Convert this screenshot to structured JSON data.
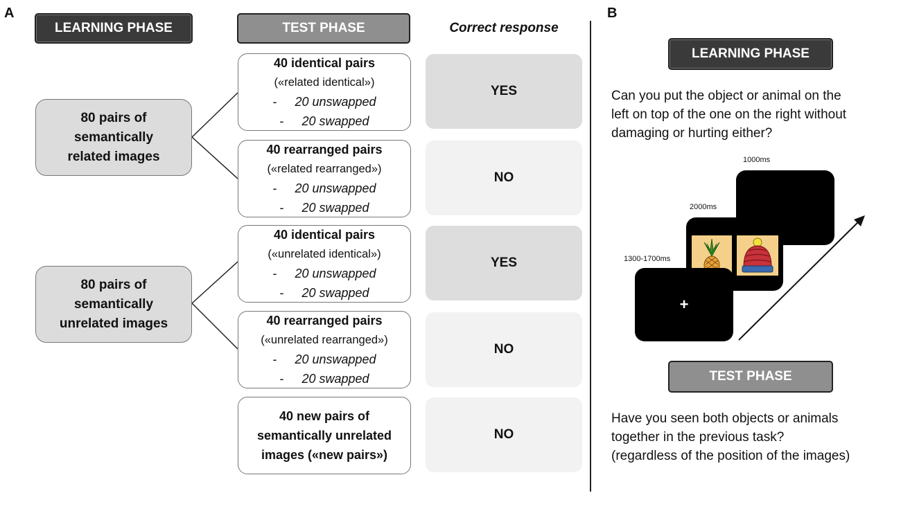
{
  "panel_a": {
    "letter": "A",
    "learning_header": "LEARNING PHASE",
    "test_header": "TEST PHASE",
    "response_header": "Correct response",
    "learning_groups": [
      {
        "lines": [
          "80 pairs of",
          "semantically",
          "related images"
        ]
      },
      {
        "lines": [
          "80 pairs of",
          "semantically",
          "unrelated images"
        ]
      }
    ],
    "test_conditions": [
      {
        "title": "40 identical pairs",
        "subtitle": "(«related identical»)",
        "items": [
          "20 unswapped",
          "20 swapped"
        ]
      },
      {
        "title": "40 rearranged pairs",
        "subtitle": "(«related rearranged»)",
        "items": [
          "20 unswapped",
          "20 swapped"
        ]
      },
      {
        "title": "40 identical pairs",
        "subtitle": "(«unrelated identical»)",
        "items": [
          "20 unswapped",
          "20 swapped"
        ]
      },
      {
        "title": "40 rearranged pairs",
        "subtitle": "(«unrelated rearranged»)",
        "items": [
          "20 unswapped",
          "20 swapped"
        ]
      },
      {
        "lines": [
          "40 new pairs of",
          "semantically unrelated",
          "images («new pairs»)"
        ]
      }
    ],
    "item_dash": "-",
    "responses": [
      "YES",
      "NO",
      "YES",
      "NO",
      "NO"
    ]
  },
  "panel_b": {
    "letter": "B",
    "learning_header": "LEARNING PHASE",
    "learning_question": [
      "Can you put the object or animal on the",
      "left on top of the one on the right without",
      "damaging or hurting either?"
    ],
    "timings": {
      "fixation": "1300-1700ms",
      "images": "2000ms",
      "blank": "1000ms"
    },
    "fixation_symbol": "+",
    "test_header": "TEST PHASE",
    "test_question": [
      "Have you seen both objects or animals",
      "together in the previous task?",
      "(regardless of the position of the images)"
    ]
  }
}
